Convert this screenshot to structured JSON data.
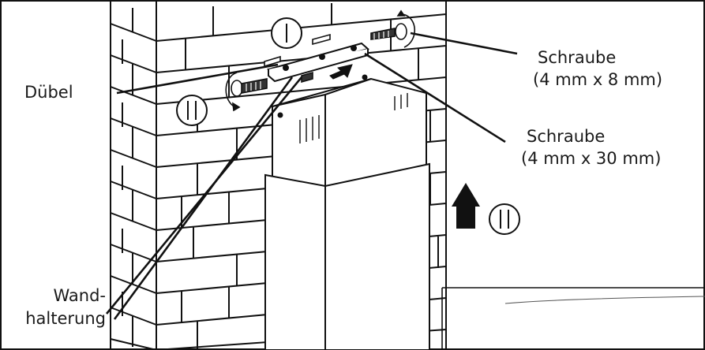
{
  "diagram": {
    "labels": {
      "duebel": "Dübel",
      "screw_small_title": "Schraube",
      "screw_small_size": "(4 mm x 8 mm)",
      "screw_long_title": "Schraube",
      "screw_long_size": "(4 mm x 30 mm)",
      "bracket_line1": "Wand-",
      "bracket_line2": "halterung"
    },
    "step_markers": {
      "top": "I",
      "left": "II",
      "right": "II"
    },
    "colors": {
      "line": "#111111",
      "background": "#ffffff",
      "shadow": "#8c8c8c"
    }
  }
}
